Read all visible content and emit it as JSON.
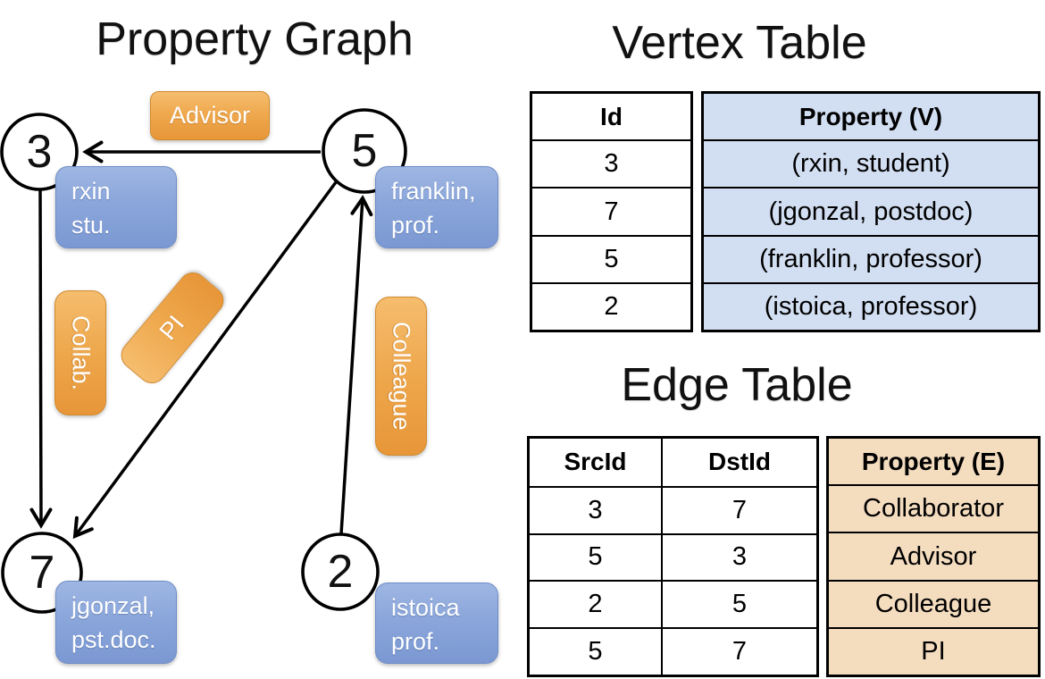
{
  "titles": {
    "graph": "Property Graph",
    "vertex": "Vertex Table",
    "edge": "Edge Table"
  },
  "graph": {
    "nodes": [
      {
        "id": "3",
        "label_lines": [
          "rxin",
          "stu."
        ]
      },
      {
        "id": "5",
        "label_lines": [
          "franklin,",
          "prof."
        ]
      },
      {
        "id": "7",
        "label_lines": [
          "jgonzal,",
          "pst.doc."
        ]
      },
      {
        "id": "2",
        "label_lines": [
          "istoica",
          "prof."
        ]
      }
    ],
    "edge_labels": {
      "advisor": "Advisor",
      "collab": "Collab.",
      "pi": "PI",
      "colleague": "Colleague"
    }
  },
  "vertex_table": {
    "headers": {
      "id": "Id",
      "property": "Property (V)"
    },
    "rows": [
      {
        "id": "3",
        "property": "(rxin, student)"
      },
      {
        "id": "7",
        "property": "(jgonzal, postdoc)"
      },
      {
        "id": "5",
        "property": "(franklin, professor)"
      },
      {
        "id": "2",
        "property": "(istoica, professor)"
      }
    ]
  },
  "edge_table": {
    "headers": {
      "src": "SrcId",
      "dst": "DstId",
      "property": "Property (E)"
    },
    "rows": [
      {
        "src": "3",
        "dst": "7",
        "property": "Collaborator"
      },
      {
        "src": "5",
        "dst": "3",
        "property": "Advisor"
      },
      {
        "src": "2",
        "dst": "5",
        "property": "Colleague"
      },
      {
        "src": "5",
        "dst": "7",
        "property": "PI"
      }
    ]
  },
  "colors": {
    "vertex_cell_bg": "#d2def1",
    "edge_cell_bg": "#f4dcbf",
    "orange_pill_top": "#f5bd6e",
    "orange_pill_bottom": "#e79638",
    "blue_box_top": "#9fb6e3",
    "blue_box_bottom": "#7b98d3",
    "line_color": "#000000"
  }
}
